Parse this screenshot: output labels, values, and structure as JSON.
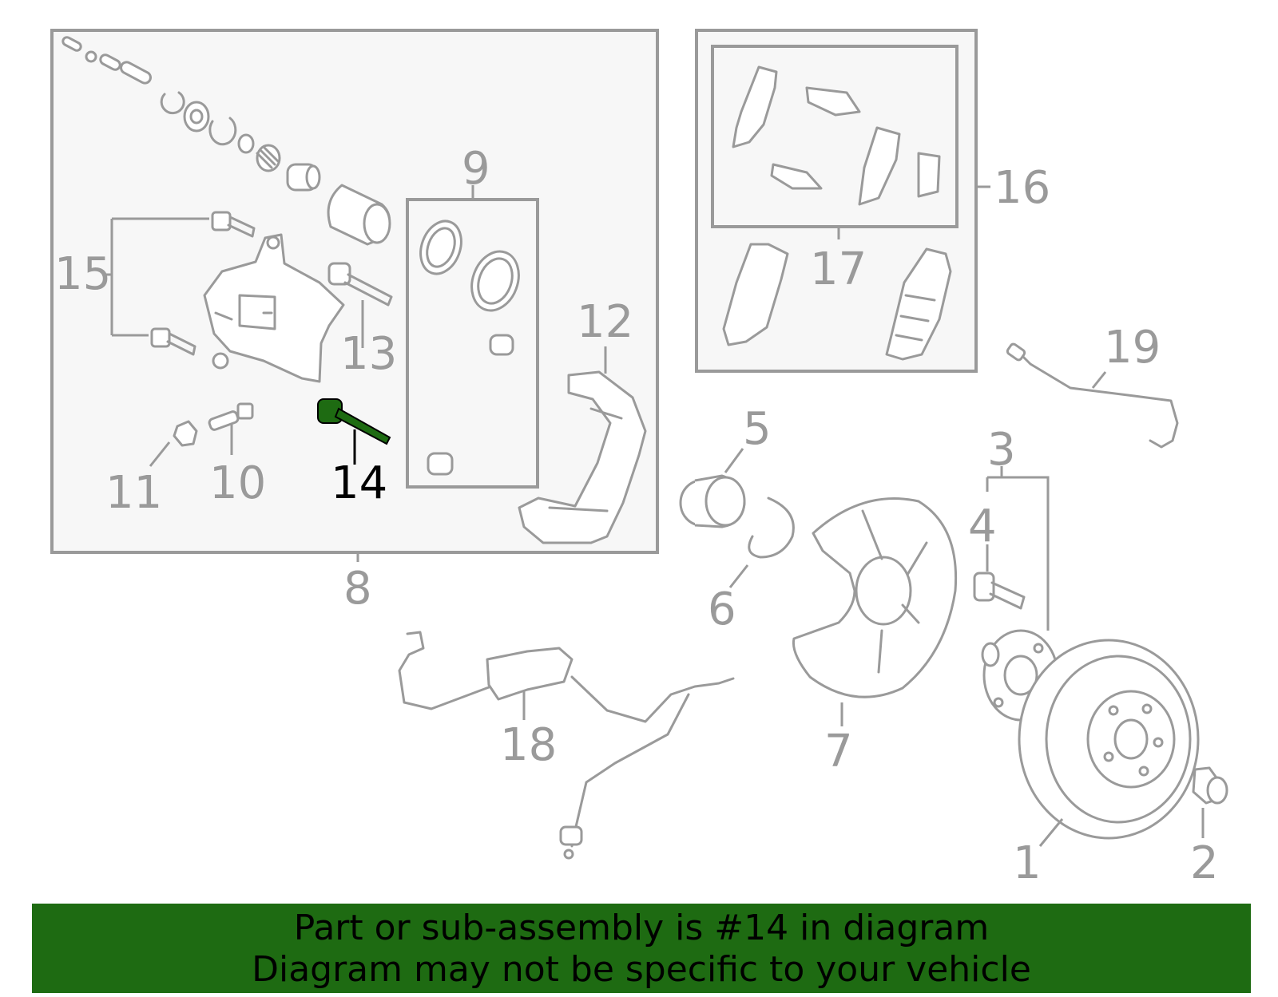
{
  "diagram": {
    "highlight_color": "#1e6b12",
    "labels": {
      "l1": "1",
      "l2": "2",
      "l3": "3",
      "l4": "4",
      "l5": "5",
      "l6": "6",
      "l7": "7",
      "l8": "8",
      "l9": "9",
      "l10": "10",
      "l11": "11",
      "l12": "12",
      "l13": "13",
      "l14": "14",
      "l15": "15",
      "l16": "16",
      "l17": "17",
      "l18": "18",
      "l19": "19"
    }
  },
  "banner": {
    "line1": "Part or sub-assembly is #14 in diagram",
    "line2": "Diagram may not be specific to your vehicle",
    "background": "#1e6b12"
  }
}
